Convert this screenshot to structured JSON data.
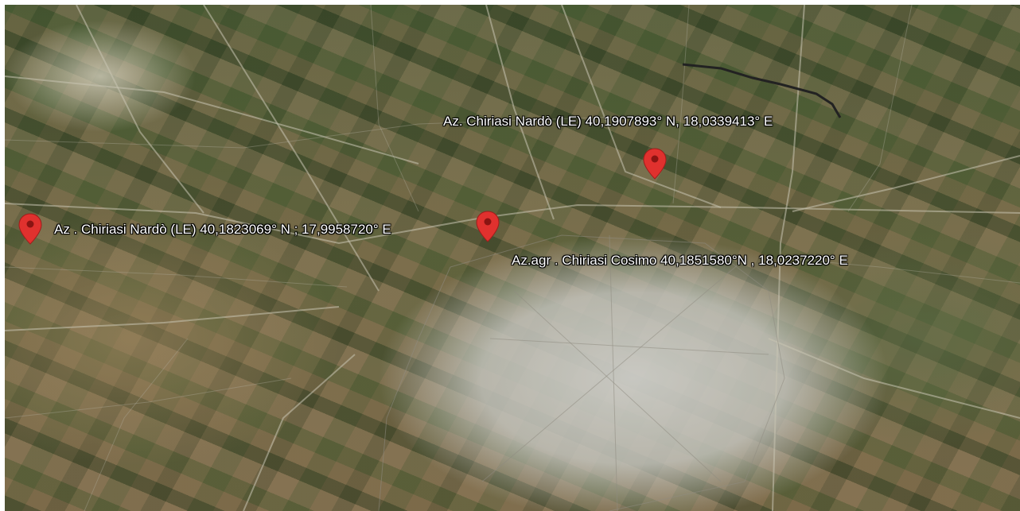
{
  "markers": [
    {
      "id": "marker-1",
      "label": "Az. Chiriasi Nardò (LE) 40,1907893° N, 18,0339413° E"
    },
    {
      "id": "marker-2",
      "label": "Az . Chiriasi Nardò (LE) 40,1823069° N ; 17,9958720° E"
    },
    {
      "id": "marker-3",
      "label": "Az.agr . Chiriasi Cosimo 40,1851580°N ,  18,0237220° E"
    }
  ],
  "colors": {
    "pin": "#e0312e",
    "pin_dot": "#8a1412",
    "label_text": "#ffffff"
  },
  "icons": {
    "pin": "map-pin-icon"
  }
}
